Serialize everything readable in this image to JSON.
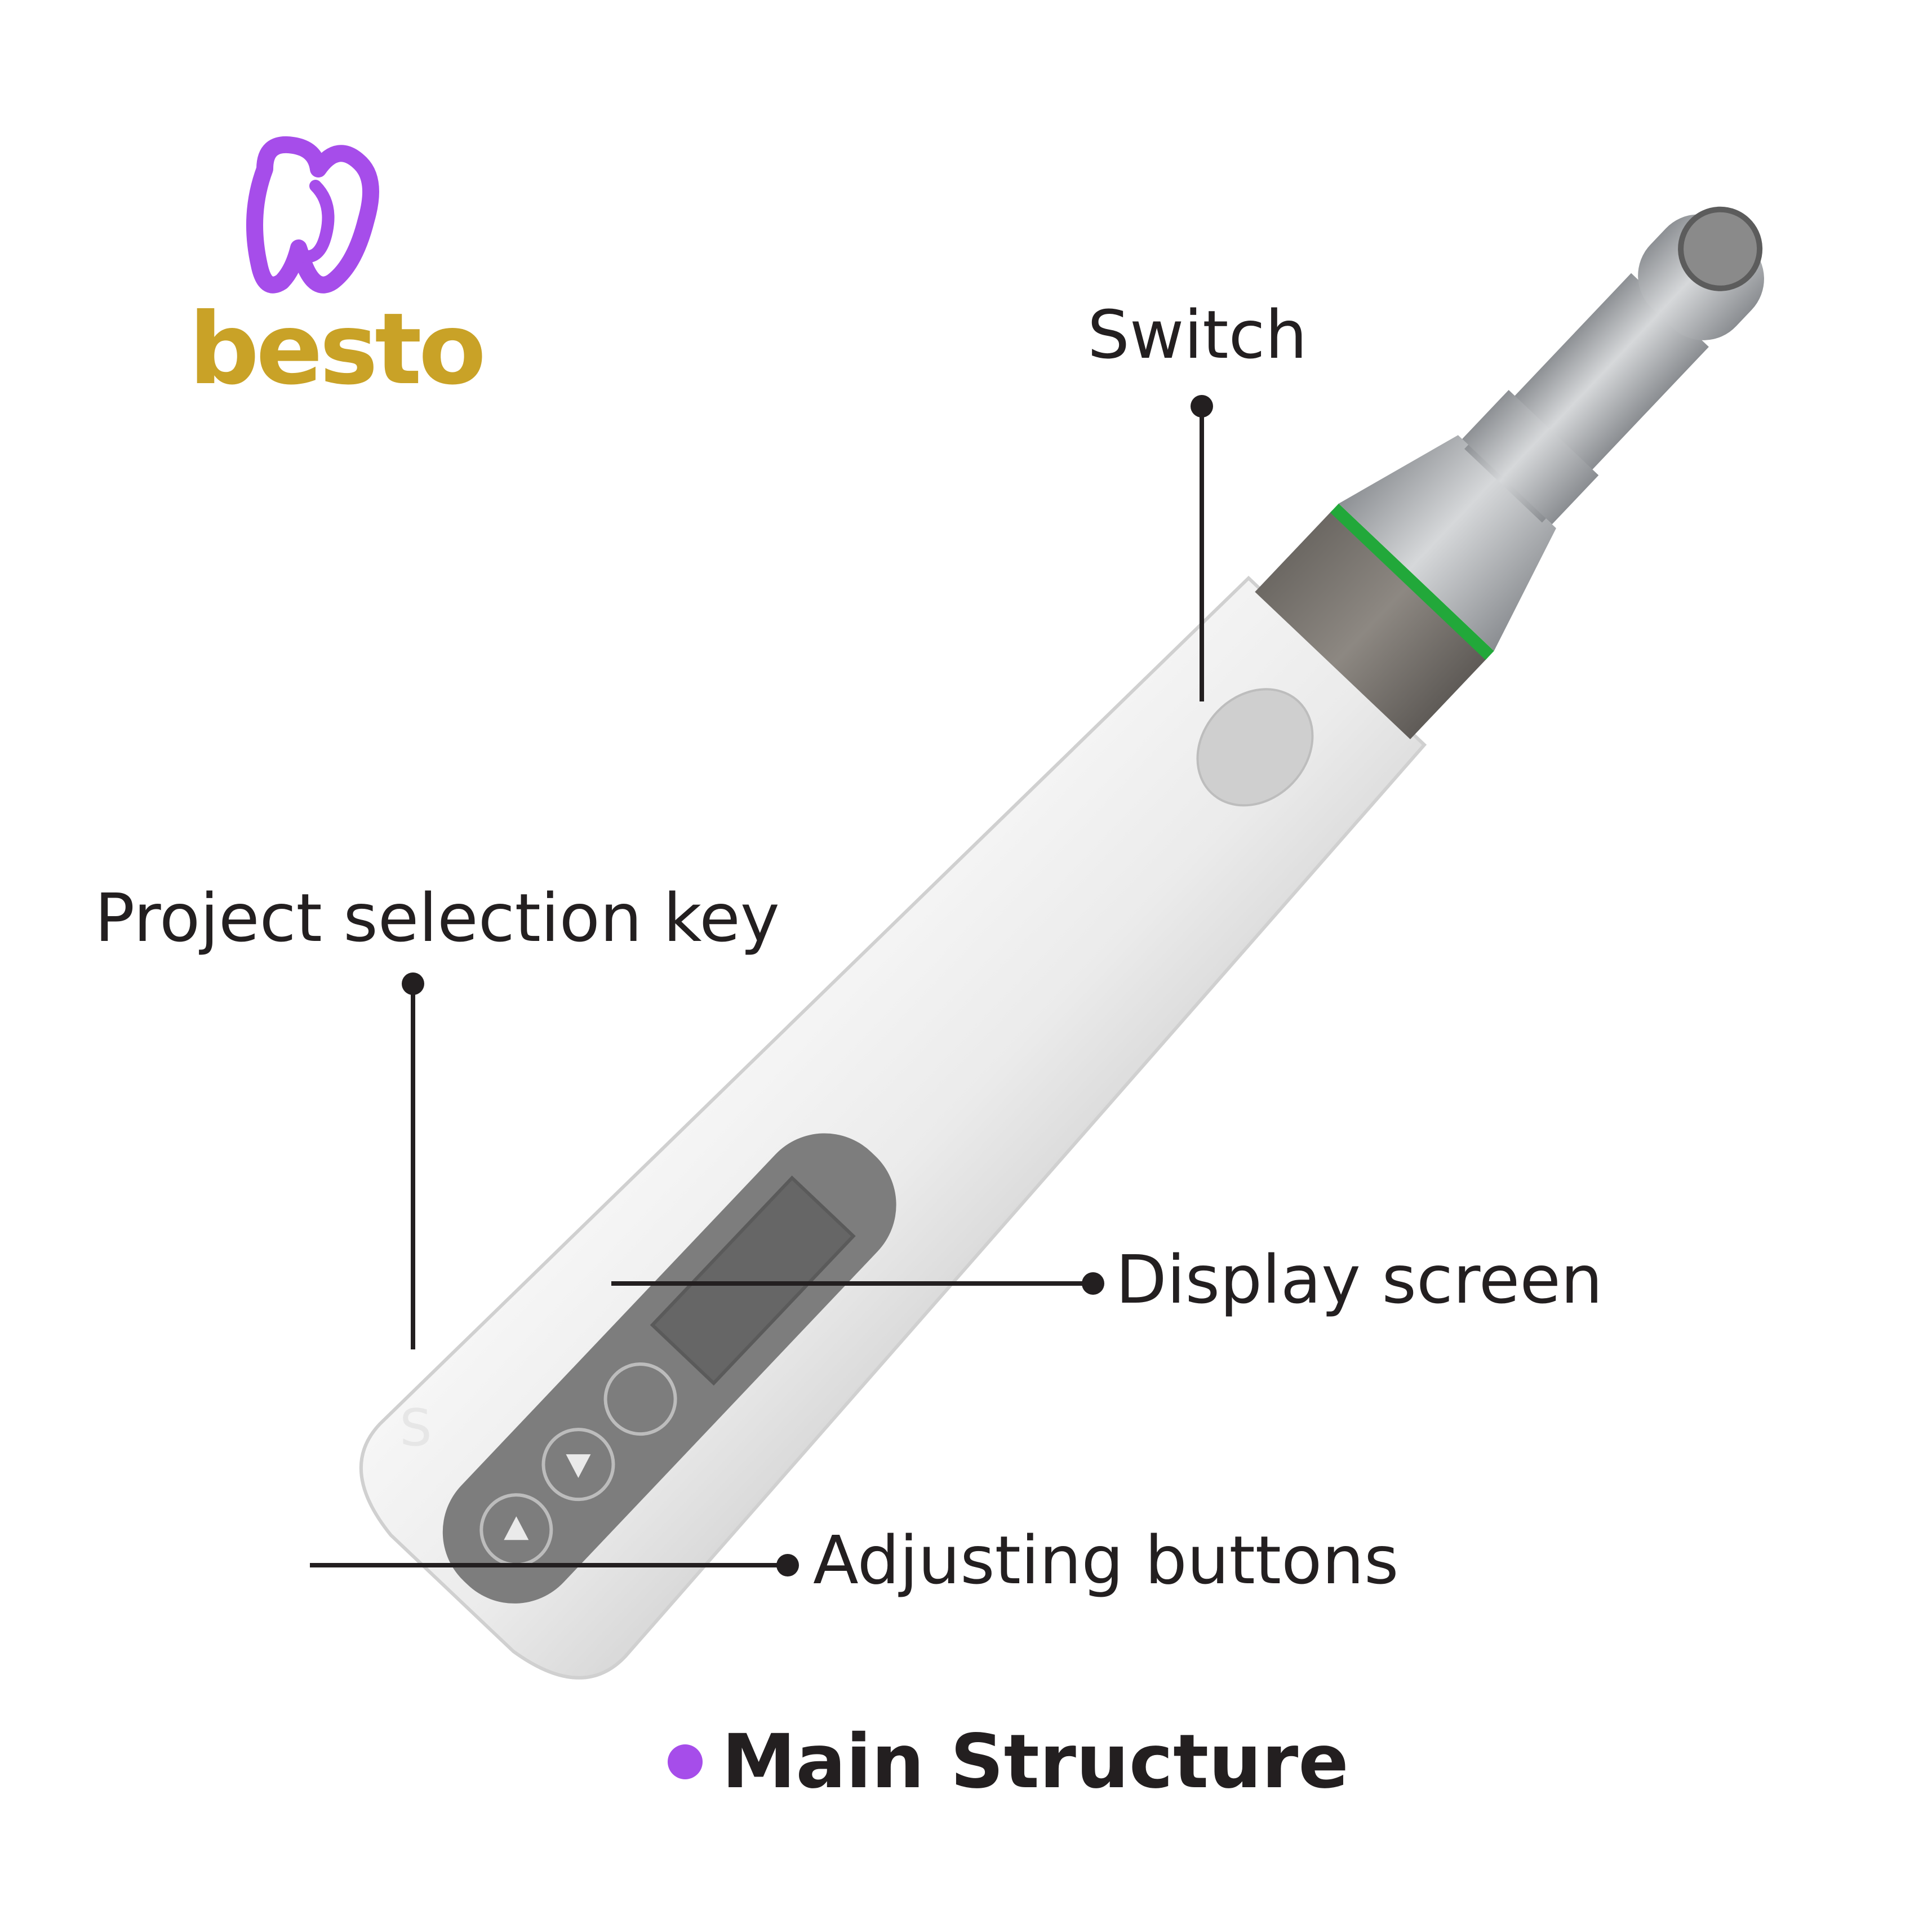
{
  "brand": {
    "logo_text": "besto",
    "colors": {
      "purple": "#a64dea",
      "gold": "#c9a227"
    }
  },
  "callouts": {
    "switch": "Switch",
    "project_selection_key": "Project selection key",
    "display_screen": "Display screen",
    "adjusting_buttons": "Adjusting buttons"
  },
  "device": {
    "key_s_label": "S",
    "buttons": [
      "up-arrow",
      "down-arrow"
    ],
    "colors": {
      "body": "#ececec",
      "panel": "#7d7d7d",
      "screen": "#6b6b6b",
      "head_metal": "#b5b8bb",
      "ring": "#22a83a",
      "collar": "#7a7570"
    }
  },
  "footer": {
    "bullet_color": "#a64dea",
    "title": "Main Structure"
  }
}
